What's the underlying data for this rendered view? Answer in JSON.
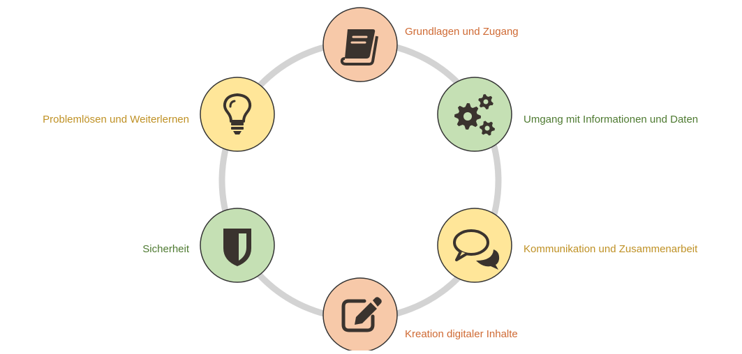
{
  "diagram": {
    "ring_color": "#d3d3d3",
    "outline_color": "#333333",
    "icon_color": "#3a332e",
    "nodes": [
      {
        "label": "Grundlagen und Zugang",
        "icon": "book-icon",
        "fill": "#f7c9a9",
        "text_color": "#cf6a34"
      },
      {
        "label": "Umgang mit Informationen und Daten",
        "icon": "gears-icon",
        "fill": "#c5e0b4",
        "text_color": "#4e7a31"
      },
      {
        "label": "Kommunikation und Zusammenarbeit",
        "icon": "chat-bubbles-icon",
        "fill": "#ffe699",
        "text_color": "#bf9125"
      },
      {
        "label": "Kreation digitaler Inhalte",
        "icon": "edit-icon",
        "fill": "#f7c9a9",
        "text_color": "#cf6a34"
      },
      {
        "label": "Sicherheit",
        "icon": "shield-icon",
        "fill": "#c5e0b4",
        "text_color": "#4e7a31"
      },
      {
        "label": "Problemlösen und Weiterlernen",
        "icon": "lightbulb-icon",
        "fill": "#ffe699",
        "text_color": "#bf9125"
      }
    ]
  }
}
